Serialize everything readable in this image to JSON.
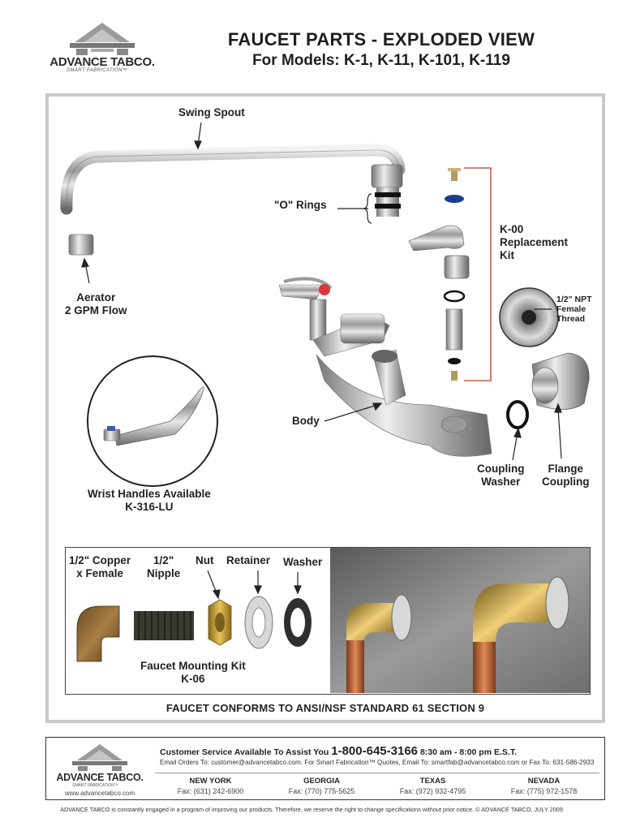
{
  "header": {
    "brand": "ADVANCE TABCO.",
    "tagline": "SMART FABRICATION™",
    "title": "FAUCET PARTS - EXPLODED VIEW",
    "subtitle": "For Models: K-1, K-11, K-101, K-119"
  },
  "diagram": {
    "swing_spout": "Swing Spout",
    "o_rings": "\"O\" Rings",
    "aerator": [
      "Aerator",
      "2 GPM Flow"
    ],
    "replacement_kit": [
      "K-00",
      "Replacement",
      "Kit"
    ],
    "npt_thread": [
      "1/2\" NPT",
      "Female",
      "Thread"
    ],
    "body": "Body",
    "coupling_washer": [
      "Coupling",
      "Washer"
    ],
    "flange_coupling": [
      "Flange",
      "Coupling"
    ],
    "wrist_handles": [
      "Wrist Handles Available",
      "K-316-LU"
    ]
  },
  "mounting_kit": {
    "copper": [
      "1/2\" Copper",
      "x Female"
    ],
    "nipple": [
      "1/2\"",
      "Nipple"
    ],
    "nut": "Nut",
    "retainer": "Retainer",
    "washer": "Washer",
    "kit_title": [
      "Faucet Mounting Kit",
      "K-06"
    ]
  },
  "standard": "FAUCET CONFORMS TO ANSI/NSF STANDARD 61 SECTION 9",
  "footer": {
    "brand": "ADVANCE TABCO.",
    "tagline": "SMART FABRICATION™",
    "url": "www.advancetabco.com",
    "cs_prefix": "Customer Service Available To Assist You",
    "phone": "1-800-645-3166",
    "hours": "8:30 am - 8:00 pm E.S.T.",
    "email_line": "Email Orders To: customer@advancetabco.com. For Smart Fabrication™ Quotes, Email To: smartfab@advancetabco.com or Fax To: 631-586-2933",
    "offices": [
      {
        "state": "NEW YORK",
        "fax": "Fax: (631) 242-6900"
      },
      {
        "state": "GEORGIA",
        "fax": "Fax: (770) 775-5625"
      },
      {
        "state": "TEXAS",
        "fax": "Fax: (972) 932-4795"
      },
      {
        "state": "NEVADA",
        "fax": "Fax: (775) 972-1578"
      }
    ]
  },
  "disclaimer": "ADVANCE TABCO is constantly engaged in a program of improving our products. Therefore, we reserve the right to change specifications without prior notice.  © ADVANCE TABCO, JULY 2009"
}
